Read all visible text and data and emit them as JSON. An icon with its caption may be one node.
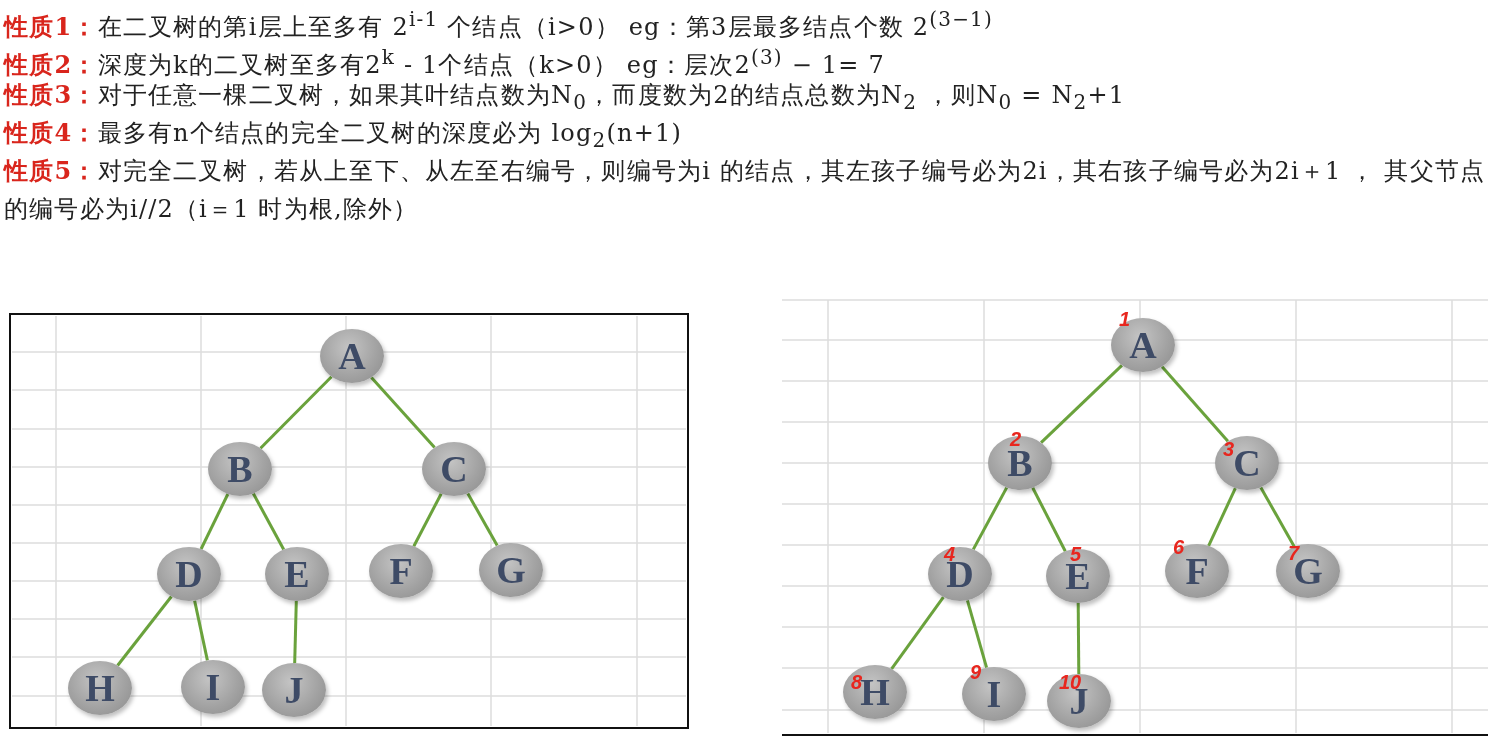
{
  "diagram": {
    "nodes": [
      {
        "text": [
          "A"
        ]
      },
      {
        "text": [
          "B"
        ]
      },
      {
        "text": [
          "C"
        ]
      },
      {
        "text": [
          "D"
        ]
      },
      {
        "text": [
          "E"
        ]
      },
      {
        "text": [
          "F"
        ]
      },
      {
        "text": [
          "G"
        ]
      },
      {
        "text": [
          "H"
        ]
      },
      {
        "text": [
          "I"
        ]
      },
      {
        "text": [
          "J"
        ]
      },
      {
        "text": [
          "1",
          "A"
        ]
      },
      {
        "text": [
          "2",
          "B"
        ]
      },
      {
        "text": [
          "3",
          "C"
        ]
      },
      {
        "text": [
          "4",
          "D"
        ]
      },
      {
        "text": [
          "5",
          "E"
        ]
      },
      {
        "text": [
          "6",
          "F"
        ]
      },
      {
        "text": [
          "7",
          "G"
        ]
      },
      {
        "text": [
          "8",
          "H"
        ]
      },
      {
        "text": [
          "9",
          "I"
        ]
      },
      {
        "text": [
          "10",
          "J"
        ]
      }
    ],
    "edges": [
      {
        "from": 0,
        "to": 1,
        "arrow": "none"
      },
      {
        "from": 0,
        "to": 2,
        "arrow": "none"
      },
      {
        "from": 1,
        "to": 3,
        "arrow": "none"
      },
      {
        "from": 1,
        "to": 4,
        "arrow": "none"
      },
      {
        "from": 2,
        "to": 5,
        "arrow": "none"
      },
      {
        "from": 2,
        "to": 6,
        "arrow": "none"
      },
      {
        "from": 3,
        "to": 7,
        "arrow": "none"
      },
      {
        "from": 3,
        "to": 8,
        "arrow": "none"
      },
      {
        "from": 4,
        "to": 9,
        "arrow": "none"
      },
      {
        "from": 10,
        "to": 11,
        "arrow": "none"
      },
      {
        "from": 10,
        "to": 12,
        "arrow": "none"
      },
      {
        "from": 11,
        "to": 13,
        "arrow": "none"
      },
      {
        "from": 11,
        "to": 14,
        "arrow": "none"
      },
      {
        "from": 12,
        "to": 15,
        "arrow": "none"
      },
      {
        "from": 12,
        "to": 16,
        "arrow": "none"
      },
      {
        "from": 13,
        "to": 17,
        "arrow": "none"
      },
      {
        "from": 13,
        "to": 18,
        "arrow": "none"
      },
      {
        "from": 14,
        "to": 19,
        "arrow": "none"
      }
    ],
    "labels": [
      "性质1：",
      "在二叉树的第i层上至多有 2$^{i-1}$ 个结点（i>0）  eg：第3层最多结点个数 2$^{(3−1)}$",
      "性质2：",
      "深度为k的二叉树至多有2$^{k}$ - 1个结点（k>0）  eg：层次2$^{(3)}$ − 1= 7",
      "性质3：",
      "对于任意一棵二叉树，如果其叶结点数为N$_{0}$，而度数为2的结点总数为N$_{2}$ ，则N$_{0}$ = N$_{2}$+1",
      "性质4：",
      "最多有n个结点的完全二叉树的深度必为 log$_{2}$(n+1)",
      "性质5：",
      "对完全二叉树，若从上至下、从左至右编号，则编号为i 的结点，其左孩子编号必为2i，其右孩子编号必为2i＋1 ， 其父节点的编号必为i//2（i＝1 时为根,除外）"
    ]
  }
}
